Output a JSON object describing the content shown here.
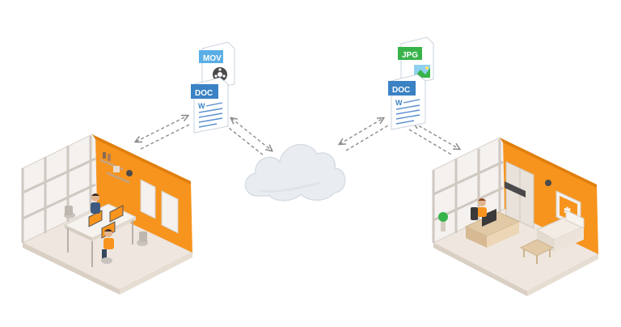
{
  "files": {
    "left_top": {
      "label": "MOV",
      "color": "#5aaee6"
    },
    "left_bottom": {
      "label": "DOC",
      "color": "#3b82c4"
    },
    "right_top": {
      "label": "JPG",
      "color": "#37b34a"
    },
    "right_bottom": {
      "label": "DOC",
      "color": "#3b82c4"
    },
    "doc_glyph": "W"
  },
  "colors": {
    "accent_wall": "#f7941d",
    "floor": "#efe7df",
    "cloud": "#e9edf1",
    "arrow": "#8c8c8c"
  },
  "icons": [
    "cloud-icon",
    "video-reel-icon",
    "image-icon",
    "word-doc-icon"
  ]
}
